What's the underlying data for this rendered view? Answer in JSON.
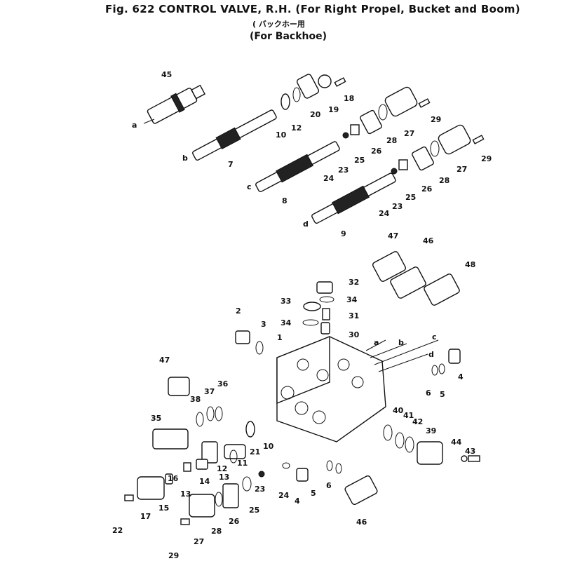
{
  "title": "Fig. 622 CONTROL VALVE, R.H. (For Right Propel, Bucket and Boom)",
  "subtitle_jp": "( バックホー用",
  "subtitle": "(For Backhoe)",
  "labels": {
    "l45": "45",
    "la1": "a",
    "l10a": "10",
    "l12": "12",
    "l20": "20",
    "l19": "19",
    "l18": "18",
    "lb1": "b",
    "l7": "7",
    "l29a": "29",
    "l27a": "27",
    "l28a": "28",
    "l26a": "26",
    "l25a": "25",
    "l23a": "23",
    "l24a": "24",
    "lc1": "c",
    "l8": "8",
    "l29b": "29",
    "l27b": "27",
    "l28b": "28",
    "l26b": "26",
    "l25b": "25",
    "l23b": "23",
    "l24b": "24",
    "ld1": "d",
    "l9": "9",
    "l47a": "47",
    "l46a": "46",
    "l48": "48",
    "l32": "32",
    "l34a": "34",
    "l33": "33",
    "l31": "31",
    "l34b": "34",
    "l30": "30",
    "l2": "2",
    "l3": "3",
    "l1": "1",
    "la2": "a",
    "lb2": "b",
    "lc2": "c",
    "ld2": "d",
    "l4a": "4",
    "l5a": "5",
    "l6a": "6",
    "l47b": "47",
    "l37": "37",
    "l36": "36",
    "l38": "38",
    "l35": "35",
    "l40": "40",
    "l41": "41",
    "l42": "42",
    "l39": "39",
    "l44": "44",
    "l43": "43",
    "l10b": "10",
    "l11": "11",
    "l21": "21",
    "l12b": "12",
    "l13a": "13",
    "l16": "16",
    "l14": "14",
    "l13b": "13",
    "l23c": "23",
    "l24c": "24",
    "l4b": "4",
    "l5b": "5",
    "l6b": "6",
    "l15": "15",
    "l17": "17",
    "l22": "22",
    "l28c": "28",
    "l26c": "26",
    "l25c": "25",
    "l27c": "27",
    "l29c": "29",
    "l46b": "46"
  }
}
